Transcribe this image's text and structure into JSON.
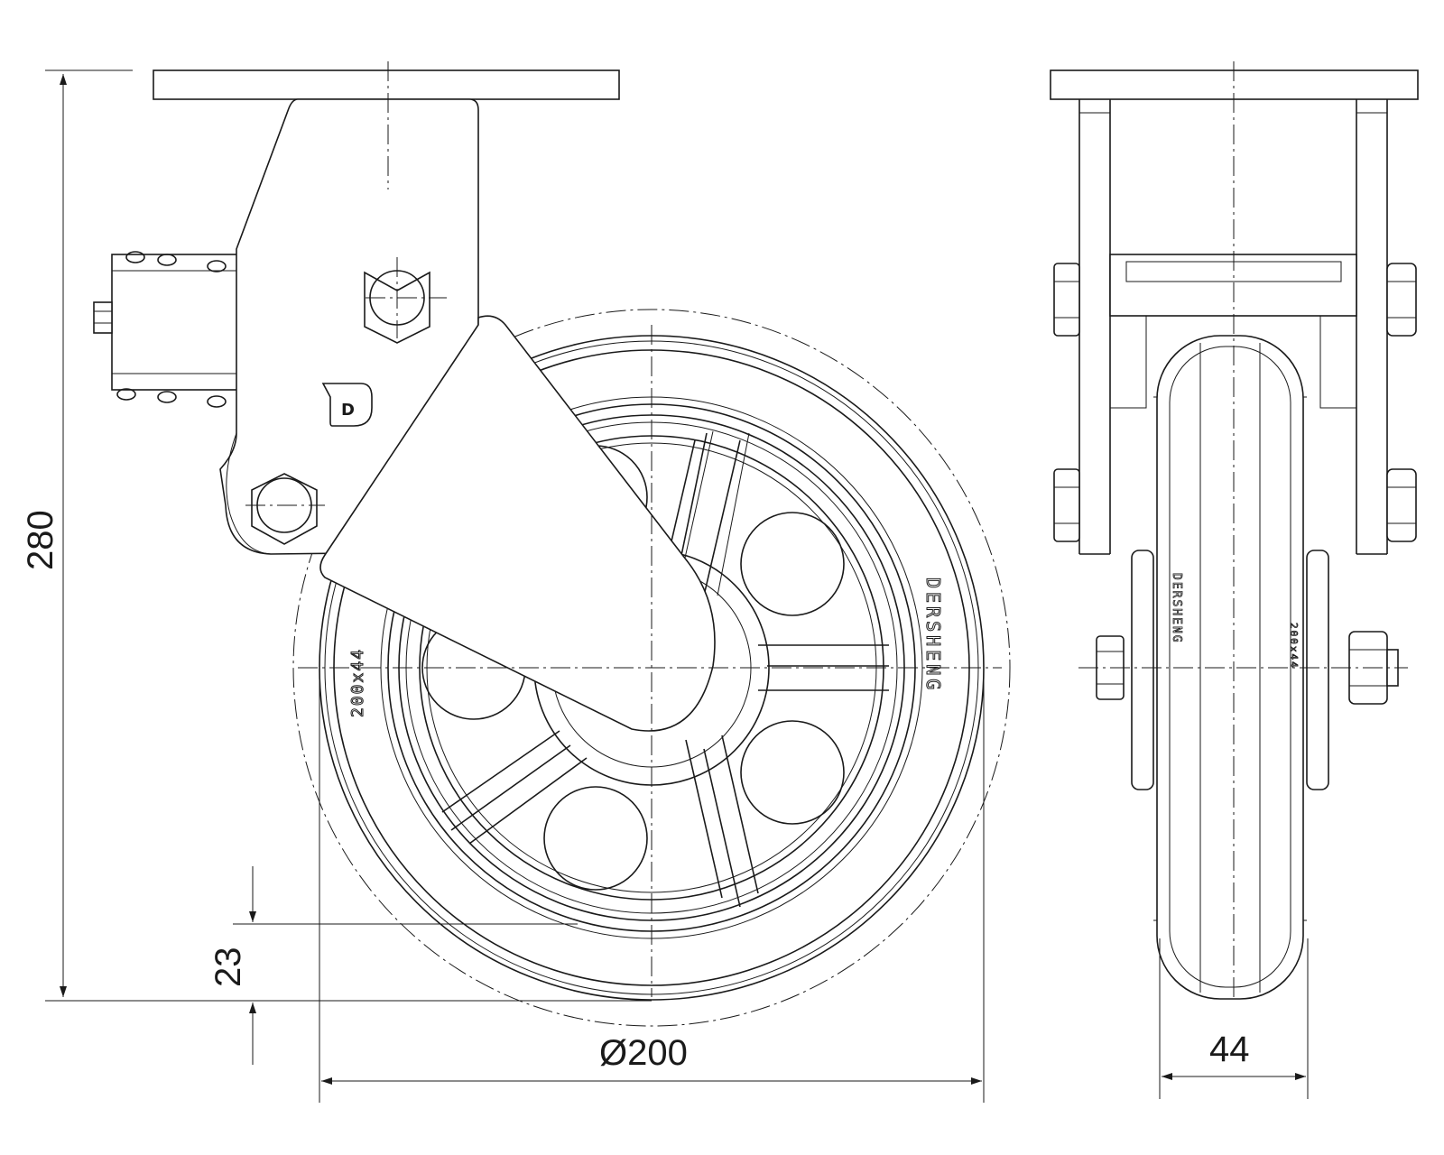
{
  "dimensions": {
    "height": "280",
    "wheel_diameter": "Ø200",
    "offset": "23",
    "wheel_width": "44"
  },
  "tyre": {
    "brand": "DERSHENG",
    "size": "200x44"
  },
  "logo": {
    "glyph": "D"
  }
}
